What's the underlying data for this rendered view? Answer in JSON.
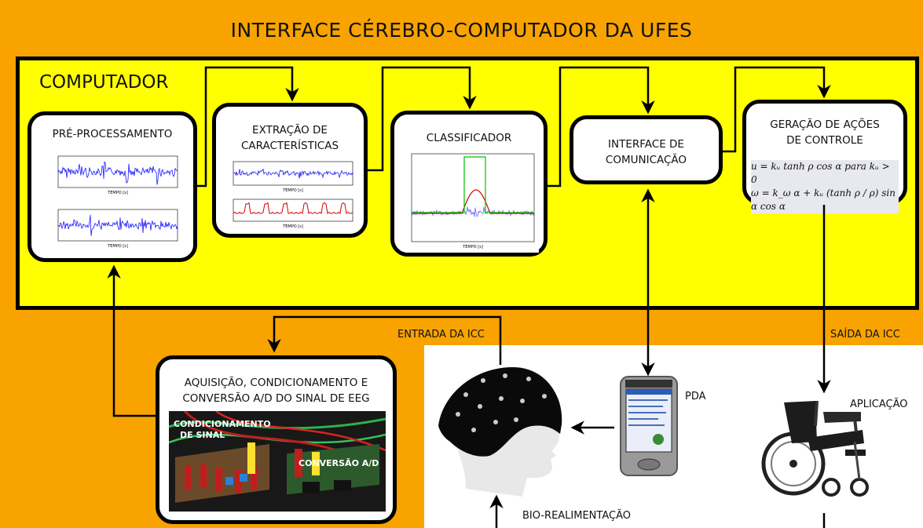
{
  "diagram": {
    "title": "INTERFACE CÉREBRO-COMPUTADOR DA UFES",
    "computer_label": "COMPUTADOR",
    "blocks": {
      "preprocessing": "PRÉ-PROCESSAMENTO",
      "feature_extraction": [
        "EXTRAÇÃO DE",
        "CARACTERÍSTICAS"
      ],
      "classifier": "CLASSIFICADOR",
      "communication": [
        "INTERFACE DE",
        "COMUNICAÇÃO"
      ],
      "control": [
        "GERAÇÃO DE AÇÕES",
        "DE CONTROLE"
      ],
      "acquisition": [
        "AQUISIÇÃO, CONDICIONAMENTO E",
        "CONVERSÃO A/D DO SINAL DE EEG"
      ]
    },
    "equations": {
      "line1": "u = kᵤ tanh ρ cos α   para kᵤ > 0",
      "line2": "ω = k_ω α + kᵤ (tanh ρ / ρ) sin α cos α"
    },
    "photo_labels": {
      "conditioning": [
        "CONDICIONAMENTO",
        "DE SINAL"
      ],
      "conversion": "CONVERSÃO A/D"
    },
    "plot_labels": {
      "x_time": "TEMPO [s]"
    },
    "labels": {
      "input": "ENTRADA DA ICC",
      "output": "SAÍDA DA ICC",
      "pda": "PDA",
      "application": "APLICAÇÃO",
      "biofeedback": "BIO-REALIMENTAÇÃO"
    },
    "colors": {
      "background": "#f8a300",
      "computer": "#ffff00",
      "signal_blue": "#1a1aff",
      "signal_red": "#d40000",
      "classifier_green": "#00c000"
    }
  }
}
